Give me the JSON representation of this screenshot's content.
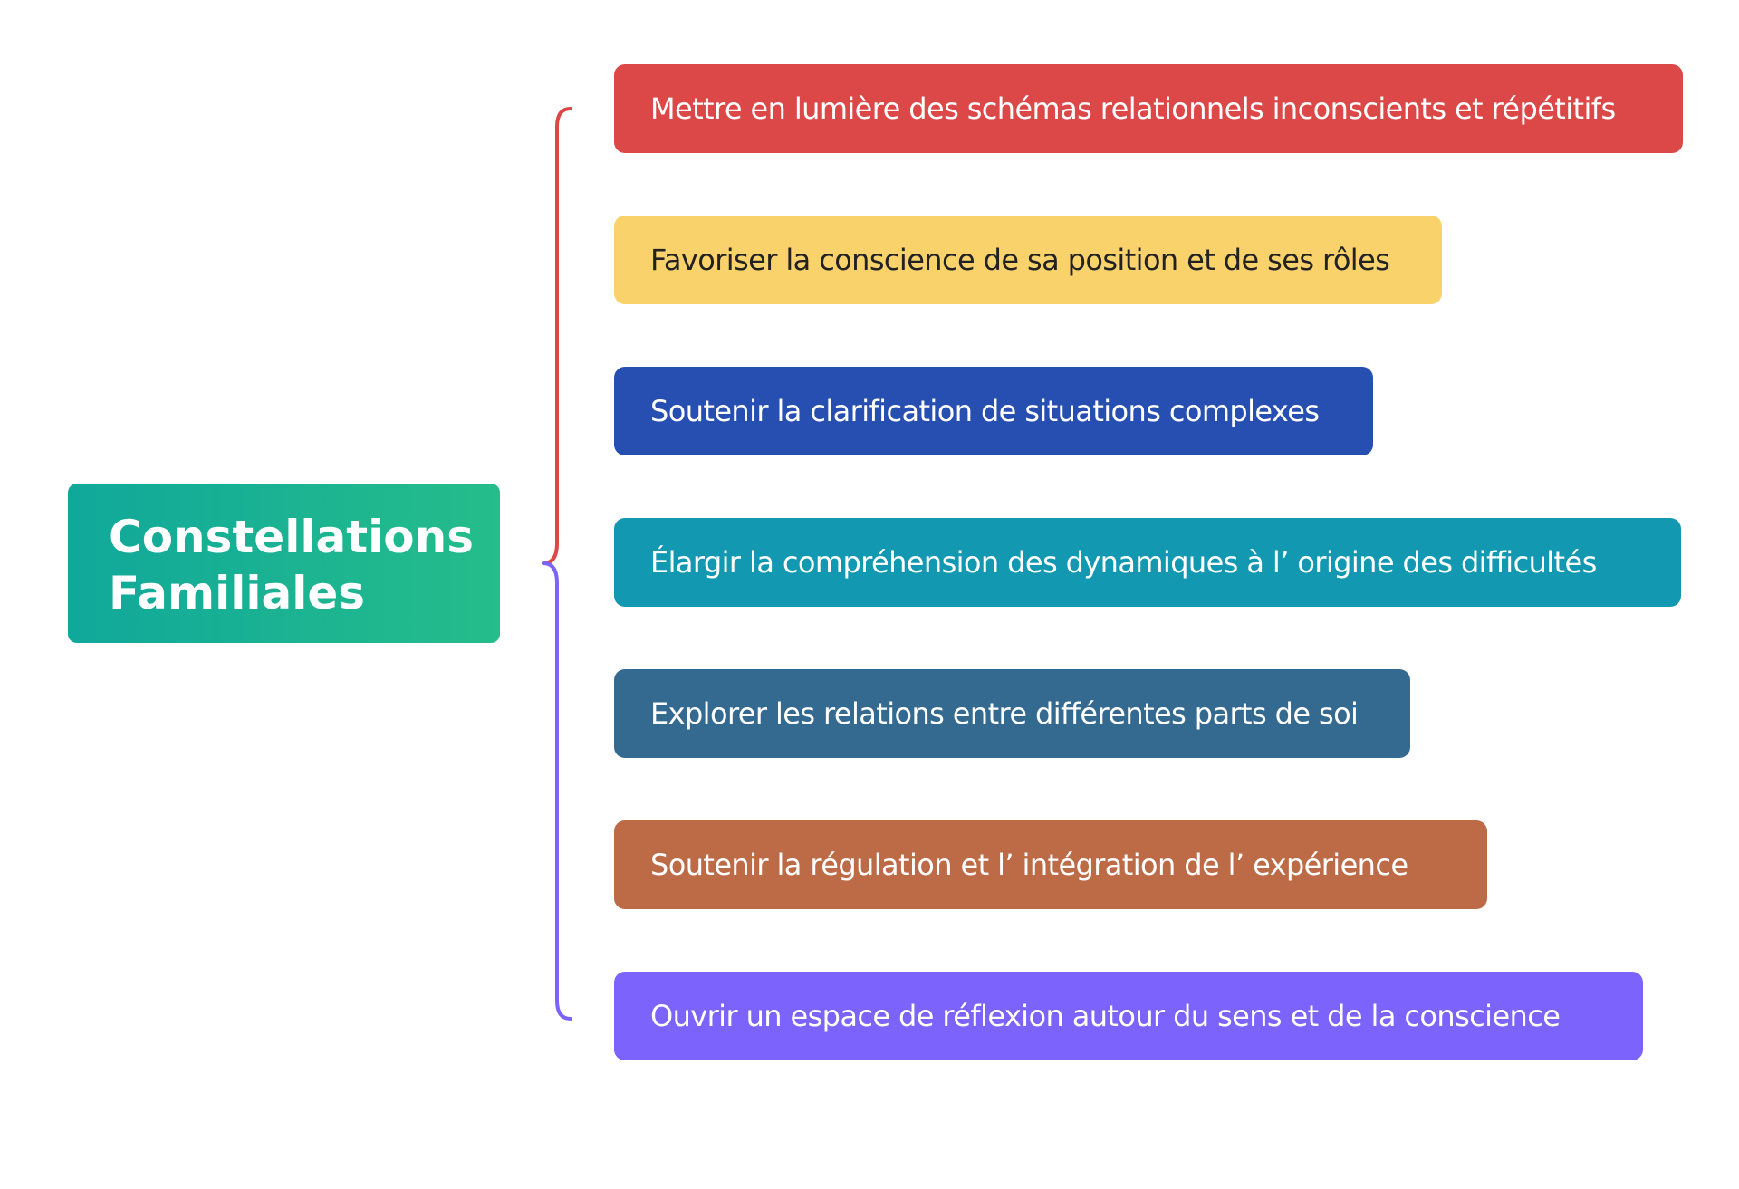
{
  "root": {
    "title_line1": "Constellations",
    "title_line2": "Familiales",
    "colors": [
      "#10a89a",
      "#25bd8a"
    ]
  },
  "branches": [
    {
      "label": "Mettre en lumière des schémas relationnels inconscients et répétitifs",
      "color": "#dc4847",
      "text_color": "#ffffff"
    },
    {
      "label": "Favoriser la conscience de sa position et de ses rôles",
      "color": "#f9d26b",
      "text_color": "#222222"
    },
    {
      "label": "Soutenir la clarification de situations complexes",
      "color": "#274fb1",
      "text_color": "#ffffff"
    },
    {
      "label": "Élargir la compréhension des dynamiques à l’ origine des difficultés",
      "color": "#1298b0",
      "text_color": "#ffffff"
    },
    {
      "label": "Explorer les relations entre différentes parts de soi",
      "color": "#356a90",
      "text_color": "#ffffff"
    },
    {
      "label": "Soutenir la régulation et l’ intégration de l’ expérience",
      "color": "#bd6a46",
      "text_color": "#ffffff"
    },
    {
      "label": "Ouvrir un espace de réflexion autour du sens et de la conscience",
      "color": "#7b63fb",
      "text_color": "#ffffff"
    }
  ],
  "connector": {
    "upper_color": "#dc4847",
    "lower_color": "#7b63fb"
  }
}
